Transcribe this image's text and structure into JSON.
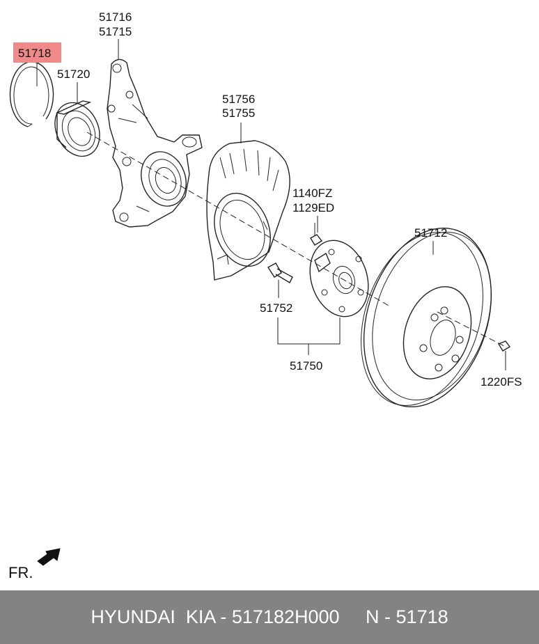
{
  "labels": {
    "knuckle_a": "51716",
    "knuckle_b": "51715",
    "snap_ring": "51718",
    "bearing": "51720",
    "dust_cover_a": "51756",
    "dust_cover_b": "51755",
    "bolt_a": "1140FZ",
    "bolt_b": "1129ED",
    "disc": "51712",
    "hub_bolt": "51752",
    "hub_assy": "51750",
    "screw": "1220FS",
    "front_marker": "FR."
  },
  "highlight_color": "#f08a8a",
  "footer": {
    "text": "HYUNDAI  KIA - 517182H000     N - 51718"
  }
}
